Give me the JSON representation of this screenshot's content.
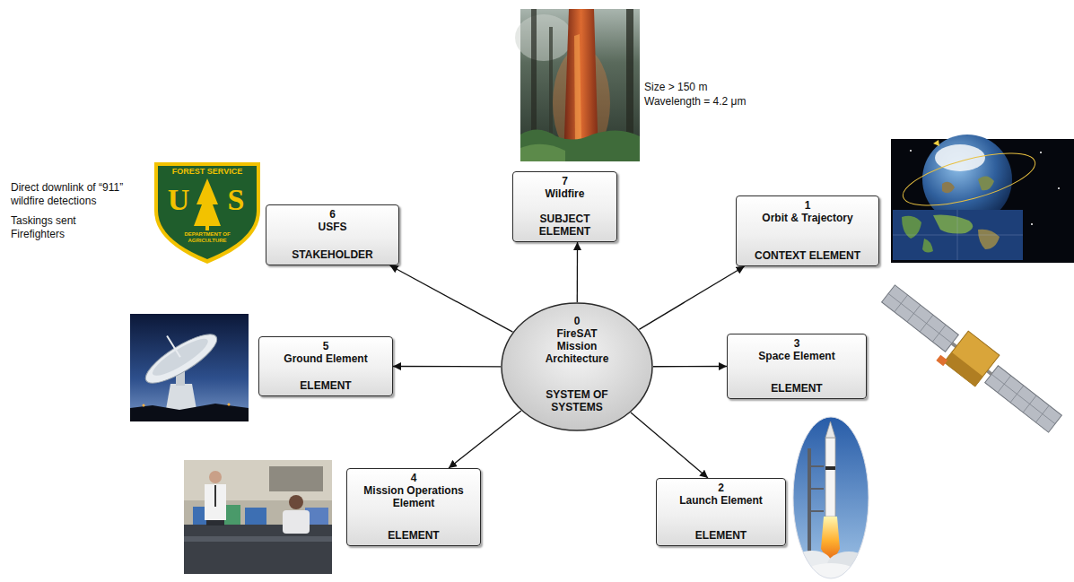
{
  "diagram": {
    "nodes": [
      {
        "text": [
          "7",
          "Wildfire",
          "SUBJECT ELEMENT"
        ]
      },
      {
        "text": [
          "1",
          "Orbit & Trajectory",
          "CONTEXT ELEMENT"
        ]
      },
      {
        "text": [
          "6",
          "USFS",
          "STAKEHOLDER"
        ]
      },
      {
        "text": [
          "0",
          "FireSAT Mission Architecture",
          "SYSTEM OF SYSTEMS"
        ]
      },
      {
        "text": [
          "5",
          "Ground Element",
          "ELEMENT"
        ]
      },
      {
        "text": [
          "3",
          "Space Element",
          "ELEMENT"
        ]
      },
      {
        "text": [
          "4",
          "Mission Operations Element",
          "ELEMENT"
        ]
      },
      {
        "text": [
          "2",
          "Launch Element",
          "ELEMENT"
        ]
      }
    ],
    "edges": [
      {
        "from": 3,
        "to": 0,
        "arrow": "to"
      },
      {
        "from": 3,
        "to": 1,
        "arrow": "to"
      },
      {
        "from": 3,
        "to": 2,
        "arrow": "to"
      },
      {
        "from": 3,
        "to": 4,
        "arrow": "to"
      },
      {
        "from": 3,
        "to": 5,
        "arrow": "to"
      },
      {
        "from": 3,
        "to": 6,
        "arrow": "to"
      },
      {
        "from": 3,
        "to": 7,
        "arrow": "to"
      }
    ],
    "labels": [
      "Size > 150 m",
      "Wavelength = 4.2 μm",
      "FOREST SERVICE",
      "U",
      "S",
      "DEPARTMENT OF AGRICULTURE",
      "Direct downlink of “911” wildfire detections",
      "Taskings sent Firefighters"
    ]
  }
}
